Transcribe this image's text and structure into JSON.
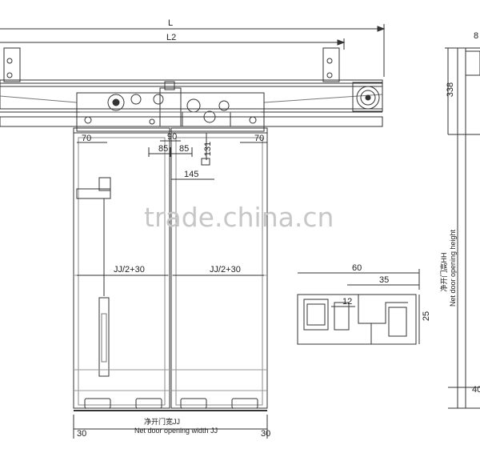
{
  "labels": {
    "overall_length": "L",
    "rail_length": "L2",
    "left_margin": "70",
    "right_margin": "70",
    "center_90": "90",
    "left_85": "85",
    "right_85": "85",
    "dim_131": "131",
    "dim_145": "145",
    "left_panel_width": "JJ/2+30",
    "right_panel_width": "JJ/2+30",
    "bottom_left_30": "30",
    "bottom_right_30": "30",
    "net_width_cn": "净开门宽JJ",
    "net_width_en": "Net door opening width JJ",
    "net_height_cn": "净开门高HH",
    "net_height_en": "Net door opening height",
    "side_338": "338",
    "side_top_8": "8",
    "side_bottom_40": "40",
    "profile_60": "60",
    "profile_35": "35",
    "profile_12": "12",
    "profile_25": "25",
    "watermark": "trade.china.cn"
  }
}
